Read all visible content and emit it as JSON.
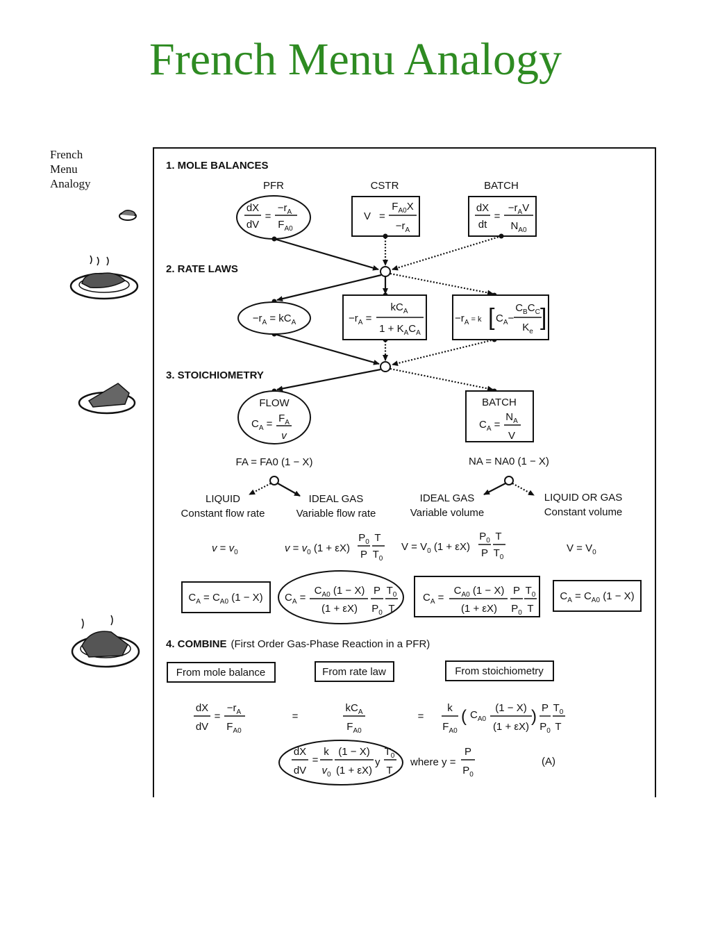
{
  "title": "French Menu Analogy",
  "side_label": [
    "French",
    "Menu",
    "Analogy"
  ],
  "icons": [
    "appetizer-icon",
    "main-course-icon",
    "dessert-icon",
    "full-meal-icon"
  ],
  "sections": {
    "mole_balances": "1. MOLE BALANCES",
    "rate_laws": "2. RATE LAWS",
    "stoichiometry": "3. STOICHIOMETRY",
    "combine_head": "4. COMBINE",
    "combine_rest": "(First Order Gas-Phase Reaction in a PFR)"
  },
  "reactors": {
    "pfr": "PFR",
    "cstr": "CSTR",
    "batch": "BATCH"
  },
  "stoich": {
    "flow": "FLOW",
    "batch": "BATCH",
    "flow_molar": "FA = FA0 (1 − X)",
    "batch_moles": "NA = NA0 (1 − X)",
    "liquid": "LIQUID",
    "liquid_sub": "Constant flow rate",
    "ideal_gas_flow": "IDEAL GAS",
    "ideal_gas_flow_sub": "Variable flow rate",
    "ideal_gas_batch": "IDEAL GAS",
    "ideal_gas_batch_sub": "Variable volume",
    "liquid_or_gas": "LIQUID OR GAS",
    "liquid_or_gas_sub": "Constant volume"
  },
  "combine": {
    "from_mole_balance": "From mole balance",
    "from_rate_law": "From rate law",
    "from_stoichiometry": "From stoichiometry",
    "where": "where y =",
    "eq_label": "(A)"
  }
}
